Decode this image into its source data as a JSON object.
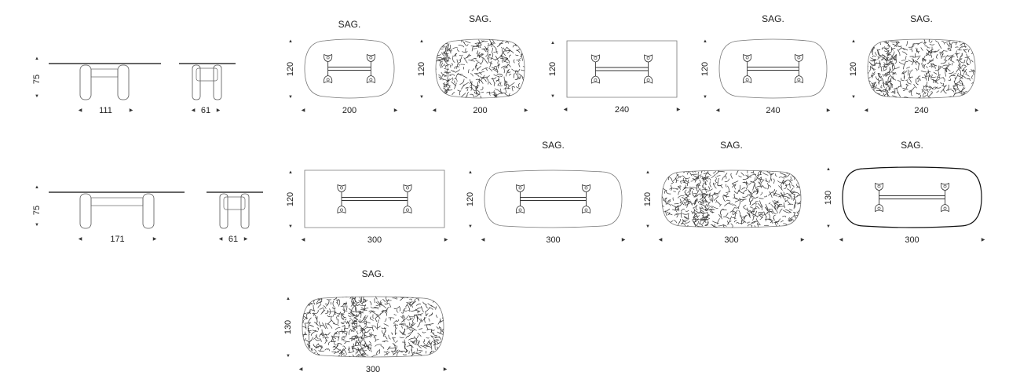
{
  "side_views": [
    {
      "height": "75",
      "length": "111",
      "width": "61"
    },
    {
      "height": "75",
      "length": "171",
      "width": "61"
    }
  ],
  "tables": [
    {
      "label": "SAG.",
      "length": "200",
      "depth": "120",
      "top": "shaped",
      "finish": "plain"
    },
    {
      "label": "SAG.",
      "length": "200",
      "depth": "120",
      "top": "shaped",
      "finish": "marble"
    },
    {
      "label": null,
      "length": "240",
      "depth": "120",
      "top": "rectangular",
      "finish": "plain"
    },
    {
      "label": "SAG.",
      "length": "240",
      "depth": "120",
      "top": "shaped",
      "finish": "plain"
    },
    {
      "label": "SAG.",
      "length": "240",
      "depth": "120",
      "top": "shaped",
      "finish": "marble"
    },
    {
      "label": null,
      "length": "300",
      "depth": "120",
      "top": "rectangular",
      "finish": "plain"
    },
    {
      "label": "SAG.",
      "length": "300",
      "depth": "120",
      "top": "shaped",
      "finish": "plain"
    },
    {
      "label": "SAG.",
      "length": "300",
      "depth": "120",
      "top": "shaped",
      "finish": "marble"
    },
    {
      "label": "SAG.",
      "length": "300",
      "depth": "130",
      "top": "shaped",
      "finish": "dark"
    },
    {
      "label": "SAG.",
      "length": "300",
      "depth": "130",
      "top": "shaped",
      "finish": "marble"
    }
  ]
}
